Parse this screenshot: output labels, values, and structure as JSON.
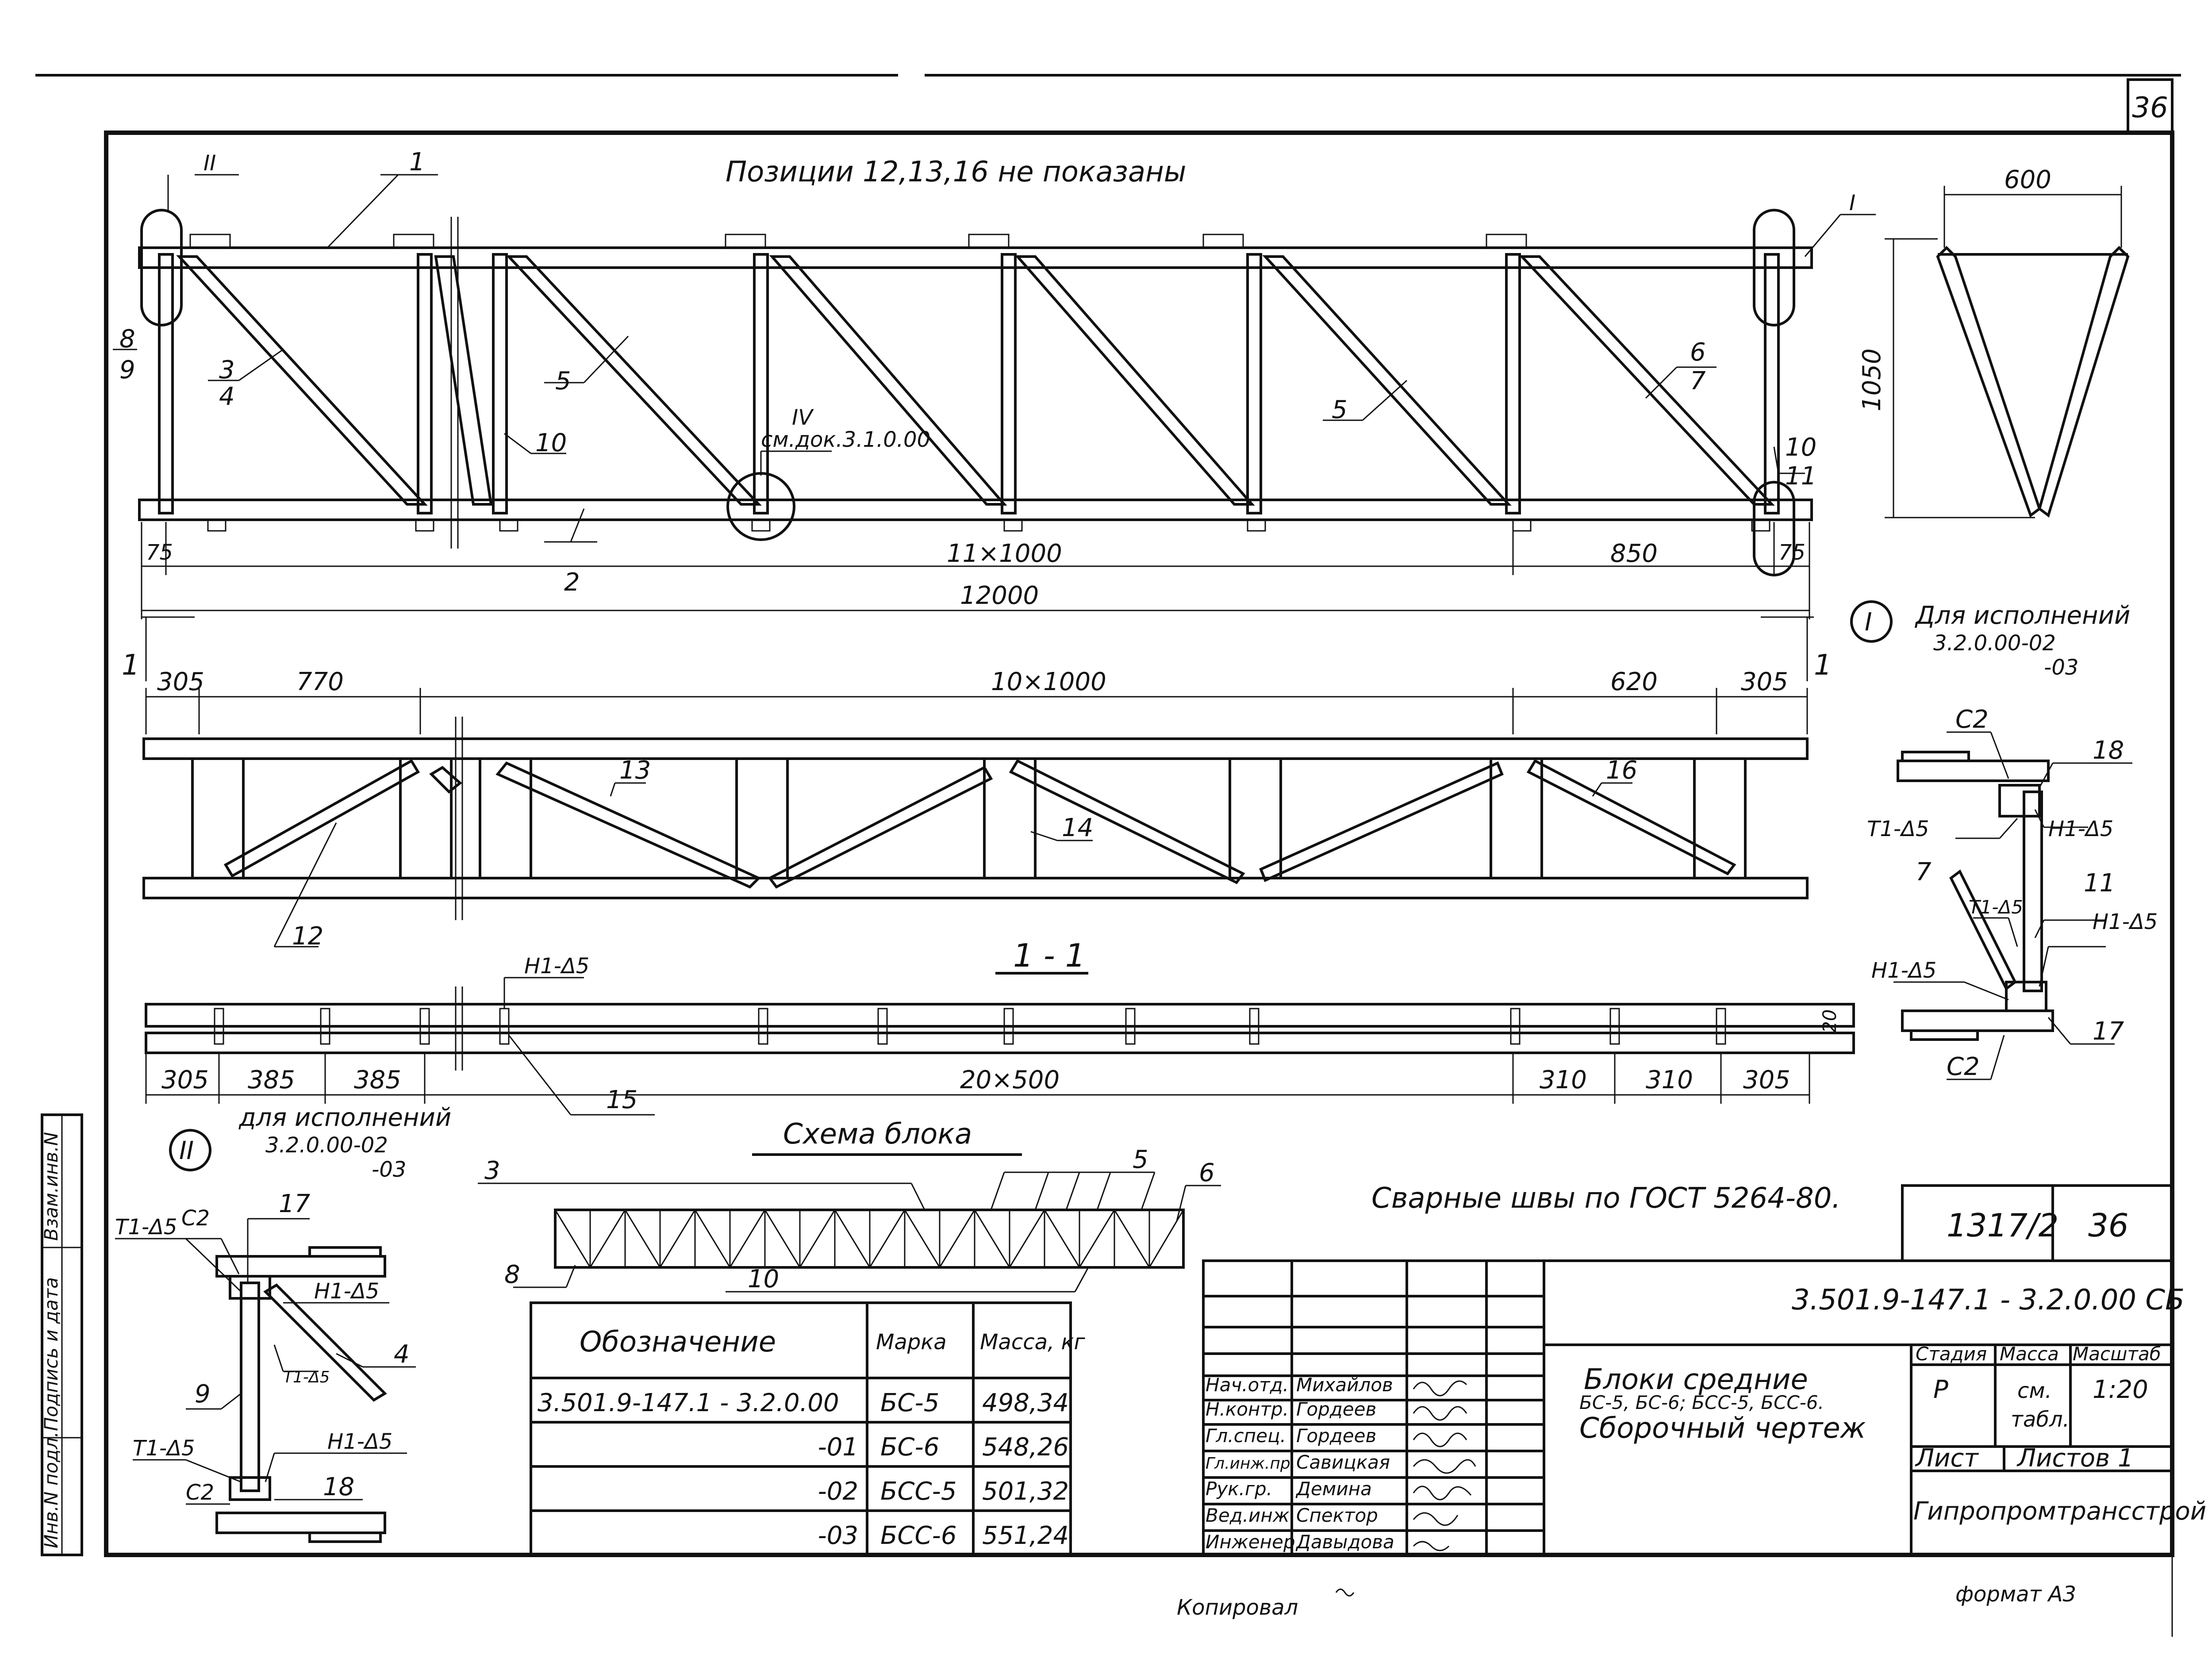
{
  "sheet": {
    "page_number": "36",
    "note_top": "Позиции 12,13,16 не показаны",
    "format": "формат А3",
    "copied": "Копировал"
  },
  "elevation": {
    "labels": [
      "1",
      "2",
      "3",
      "4",
      "5",
      "5",
      "6",
      "7",
      "8",
      "9",
      "10",
      "10",
      "11"
    ],
    "detail_II": "II",
    "detail_I": "I",
    "detail_IV": "IV",
    "detail_IV_ref": "см.док.3.1.0.00",
    "dims": {
      "left_end": "75",
      "panels": "11×1000",
      "last": "850",
      "right_end": "75",
      "total": "12000"
    }
  },
  "plan": {
    "section_mark": "1",
    "labels": [
      "12",
      "13",
      "14",
      "16"
    ],
    "dims": {
      "a": "305",
      "b": "770",
      "panels": "10×1000",
      "c": "620",
      "d": "305"
    }
  },
  "section_1_1": {
    "title": "1 - 1",
    "weld_label": "Н1-Δ5",
    "pos_15": "15",
    "dim_20": "20",
    "dims": {
      "a": "305",
      "b": "385",
      "c": "385",
      "main": "20×500",
      "d": "310",
      "e": "310",
      "f": "305"
    }
  },
  "cross_section": {
    "width": "600",
    "height": "1050"
  },
  "detail_I": {
    "marker": "I",
    "caption": "Для исполнений",
    "code": "3.2.0.00-02",
    "code2": "-03",
    "labels": {
      "c2a": "С2",
      "p18": "18",
      "t1a": "Т1-Δ5",
      "h1a": "Н1-Δ5",
      "p7": "7",
      "t1b": "Т1-Δ5",
      "p11": "11",
      "h1b": "Н1-Δ5",
      "h1c": "Н1-Δ5",
      "p17": "17",
      "c2b": "С2"
    }
  },
  "detail_II": {
    "marker": "II",
    "caption": "для исполнений",
    "code": "3.2.0.00-02",
    "code2": "-03",
    "labels": {
      "c2a": "С2",
      "p17": "17",
      "t1a": "Т1-Δ5",
      "h1a": "Н1-Δ5",
      "p4": "4",
      "p9": "9",
      "t1b": "Т1-Δ5",
      "t1c": "Т1-Δ5",
      "h1b": "Н1-Δ5",
      "c2b": "С2",
      "p18": "18"
    }
  },
  "schema": {
    "title": "Схема блока",
    "labels": {
      "p3": "3",
      "p5": "5",
      "p6": "6",
      "p8": "8",
      "p10": "10"
    }
  },
  "weld_note": "Сварные швы по ГОСТ 5264-80.",
  "spec_table": {
    "headers": [
      "Обозначение",
      "Марка",
      "Масса, кг"
    ],
    "rows": [
      [
        "3.501.9-147.1 - 3.2.0.00",
        "БС-5",
        "498,34"
      ],
      [
        "-01",
        "БС-6",
        "548,26"
      ],
      [
        "-02",
        "БСС-5",
        "501,32"
      ],
      [
        "-03",
        "БСС-6",
        "551,24"
      ]
    ]
  },
  "title_block": {
    "series_code": "1317/2",
    "sheet_no": "36",
    "doc_code": "3.501.9-147.1 - 3.2.0.00 СБ",
    "title_line1": "Блоки средние",
    "title_line2": "БС-5, БС-6; БСС-5, БСС-6.",
    "title_line3": "Сборочный чертеж",
    "stage_header": "Стадия",
    "mass_header": "Масса",
    "scale_header": "Масштаб",
    "stage": "Р",
    "mass": "см.",
    "mass2": "табл.",
    "scale": "1:20",
    "sheet_label": "Лист",
    "sheets_label": "Листов 1",
    "org": "Гипропромтрансстрой",
    "staff": [
      [
        "Нач.отд.",
        "Михайлов"
      ],
      [
        "Н.контр.",
        "Гордеев"
      ],
      [
        "Гл.спец.",
        "Гордеев"
      ],
      [
        "Гл.инж.пр.",
        "Савицкая"
      ],
      [
        "Рук.гр.",
        "Демина"
      ],
      [
        "Вед.инж.",
        "Спектор"
      ],
      [
        "Инженер",
        "Давыдова"
      ]
    ]
  },
  "side_stamp": [
    "Инв.N подл.",
    "Подпись и дата",
    "Взам.инв.N"
  ]
}
